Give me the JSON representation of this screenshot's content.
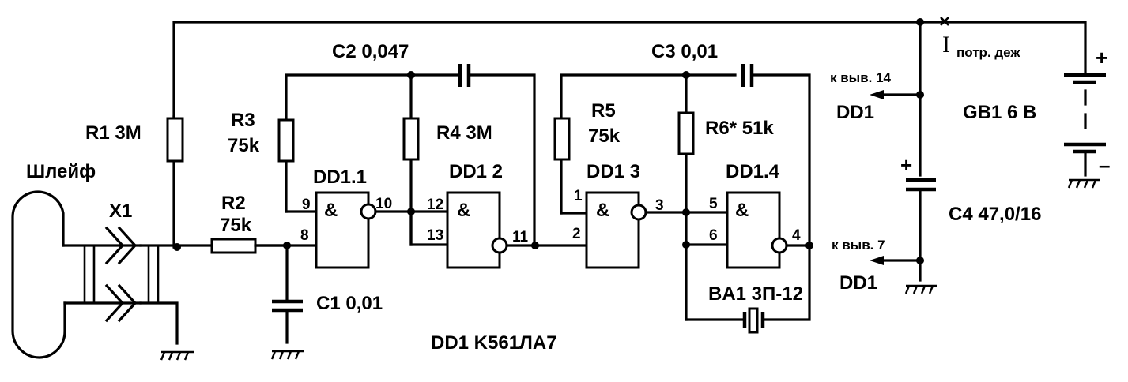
{
  "diagram": {
    "type": "circuit-schematic",
    "components": {
      "loop": "Шлейф",
      "connector": "X1",
      "r1": "R1 3M",
      "r2_name": "R2",
      "r2_value": "75k",
      "r3_name": "R3",
      "r3_value": "75k",
      "r4": "R4 3M",
      "r5_name": "R5",
      "r5_value": "75k",
      "r6": "R6* 51k",
      "c1": "C1 0,01",
      "c2": "C2 0,047",
      "c3": "C3 0,01",
      "c4": "C4 47,0/16",
      "buzzer": "BA1 3П-12",
      "battery": "GB1 6 B",
      "chip": "DD1 K561ЛА7"
    },
    "gates": [
      {
        "name": "DD1.1",
        "symbol": "&",
        "pins": [
          "9",
          "8",
          "10"
        ]
      },
      {
        "name": "DD1 2",
        "symbol": "&",
        "pins": [
          "12",
          "13",
          "11"
        ]
      },
      {
        "name": "DD1 3",
        "symbol": "&",
        "pins": [
          "1",
          "2",
          "3"
        ]
      },
      {
        "name": "DD1.4",
        "symbol": "&",
        "pins": [
          "5",
          "6",
          "4"
        ]
      }
    ],
    "power": {
      "vcc_label": "к выв. 14",
      "vcc_target": "DD1",
      "gnd_label": "к выв. 7",
      "gnd_target": "DD1",
      "current_symbol": "I",
      "current_sub": "потр. деж",
      "plus": "+",
      "minus": "–"
    }
  }
}
